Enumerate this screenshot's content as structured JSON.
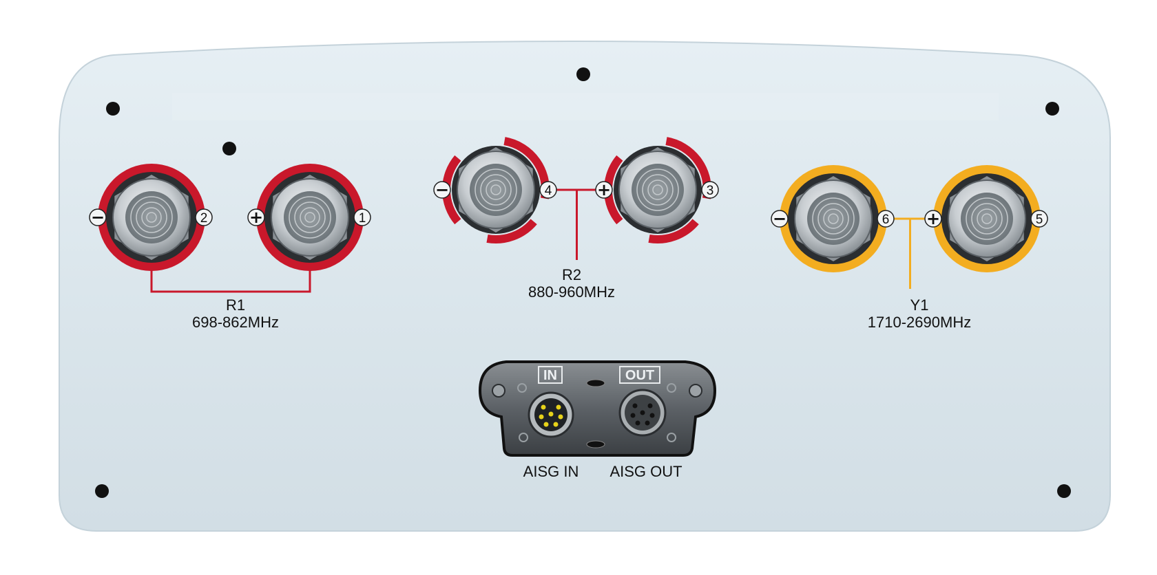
{
  "colors": {
    "panel": "#dde8ee",
    "panel_edge": "#c8d6de",
    "red": "#c9182b",
    "orange": "#f3ad20",
    "connector_metal": "#cfd3d6"
  },
  "bands": [
    {
      "id": "r1",
      "name": "R1",
      "range": "698-862MHz",
      "color_key": "red",
      "ports": [
        {
          "polarity": "−",
          "number": "2"
        },
        {
          "polarity": "+",
          "number": "1"
        }
      ]
    },
    {
      "id": "r2",
      "name": "R2",
      "range": "880-960MHz",
      "color_key": "red",
      "ports": [
        {
          "polarity": "−",
          "number": "4"
        },
        {
          "polarity": "+",
          "number": "3"
        }
      ]
    },
    {
      "id": "y1",
      "name": "Y1",
      "range": "1710-2690MHz",
      "color_key": "orange",
      "ports": [
        {
          "polarity": "−",
          "number": "6"
        },
        {
          "polarity": "+",
          "number": "5"
        }
      ]
    }
  ],
  "aisg": {
    "in_tag": "IN",
    "out_tag": "OUT",
    "in_label": "AISG IN",
    "out_label": "AISG OUT"
  }
}
